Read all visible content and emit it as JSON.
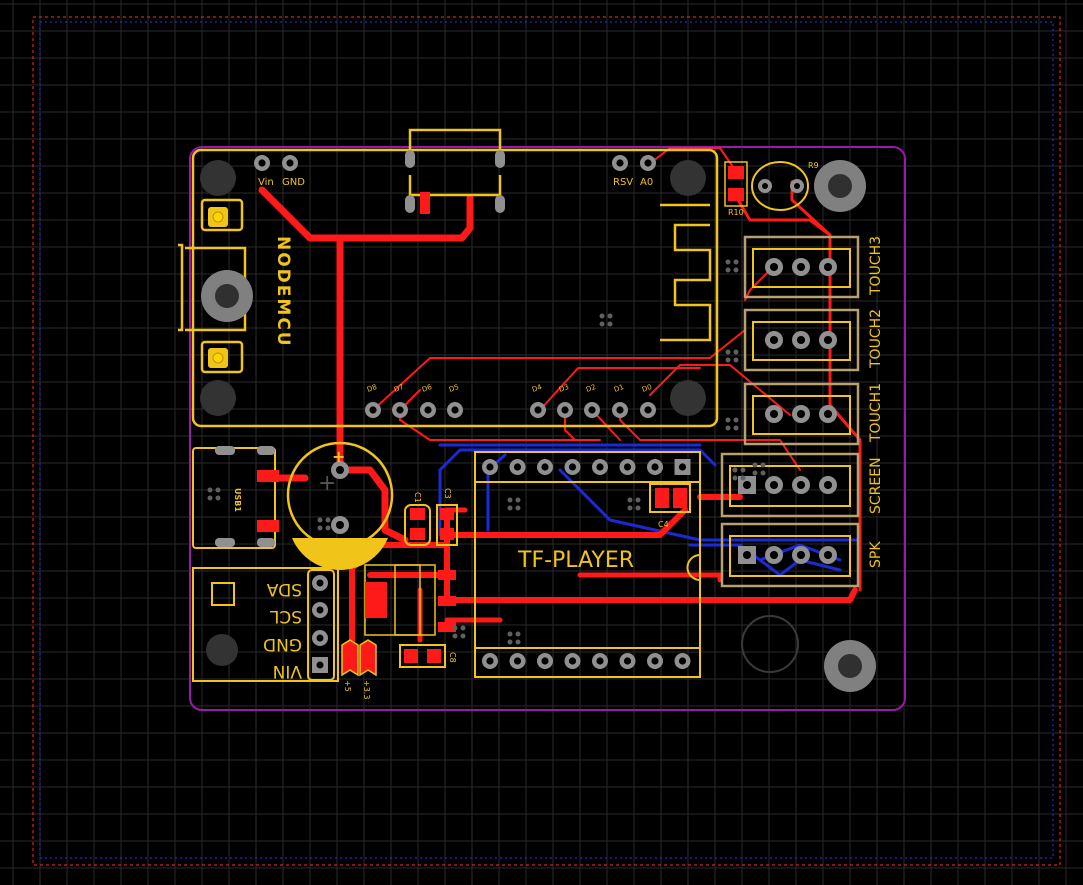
{
  "canvas": {
    "background": "#000000",
    "grid_color": "#2a2a2a"
  },
  "colors": {
    "silk": "#f0c419",
    "top_copper": "#ff1a1a",
    "bottom_copper": "#1a2bd6",
    "outline": "#9a1aa8",
    "pad": "#b0b0b0",
    "pad_hole": "#000000",
    "mounting_hole": "#808080",
    "keepout": "#ff2a2a",
    "inner_border": "#2a2aff"
  },
  "module_nodemcu": {
    "logo_text": "NODEMCU",
    "pin_labels_top": [
      "Vin",
      "GND",
      "RSV",
      "A0"
    ],
    "pin_labels_bottom": [
      "D8",
      "D7",
      "D6",
      "D5",
      "D4",
      "D3",
      "D2",
      "D1",
      "D0"
    ]
  },
  "usb": {
    "label": "USB1"
  },
  "module_tf": {
    "label": "TF-PLAYER"
  },
  "i2c_header": {
    "labels": [
      "SDA",
      "SCL",
      "GND",
      "VIN"
    ]
  },
  "connectors": [
    {
      "label": "TOUCH3"
    },
    {
      "label": "TOUCH2"
    },
    {
      "label": "TOUCH1"
    },
    {
      "label": "SCREEN"
    },
    {
      "label": "SPK"
    }
  ],
  "designators": {
    "r9": "R9",
    "r10": "R10",
    "c1": "C1",
    "c3": "C3",
    "c4": "C4",
    "c8": "C8",
    "jp5": "+5",
    "jp33": "+3.3",
    "cap_plus": "+"
  }
}
